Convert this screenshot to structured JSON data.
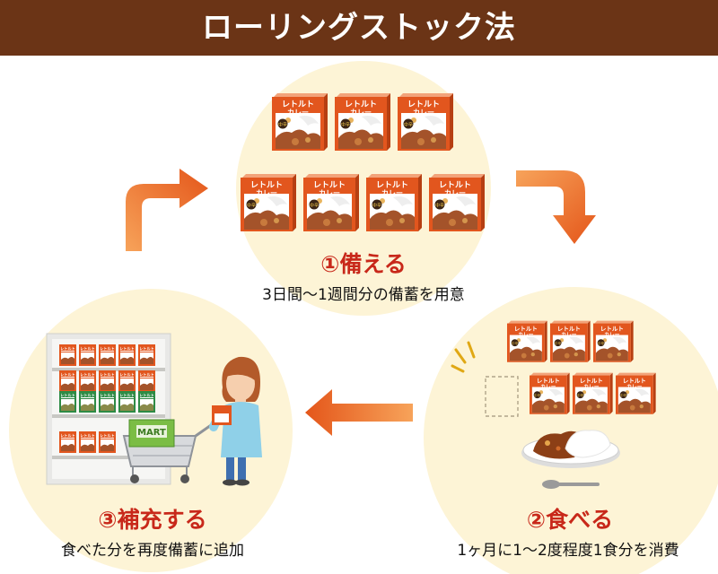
{
  "header": {
    "title": "ローリングストック法"
  },
  "steps": [
    {
      "title": "①備える",
      "desc": "3日間〜1週間分の備蓄を用意"
    },
    {
      "title": "②食べる",
      "desc": "1ヶ月に1〜2度程度1食分を消費"
    },
    {
      "title": "③補充する",
      "desc": "食べた分を再度備蓄に追加"
    }
  ],
  "pack": {
    "line1": "レトルト",
    "line2": "カレー",
    "badge": "中辛"
  },
  "cart": {
    "sign": "MART"
  },
  "colors": {
    "header_bg": "#6b3416",
    "circle": "#fdf4d6",
    "arrow_dark": "#e4561a",
    "arrow_light": "#f7a35a",
    "pack_orange": "#e2561e",
    "pack_green": "#2e8b45",
    "step_title": "#c8281a"
  }
}
